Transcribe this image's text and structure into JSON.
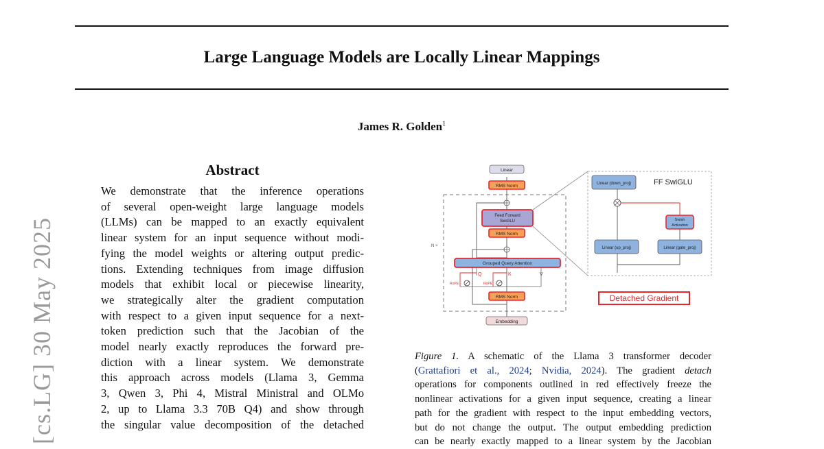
{
  "paper": {
    "title": "Large Language Models are Locally Linear Mappings",
    "author": "James R. Golden",
    "author_affiliation_mark": "1",
    "arxiv_stamp": "[cs.LG]  30 May 2025"
  },
  "abstract": {
    "heading": "Abstract",
    "lines": [
      "We demonstrate that the inference operations",
      "of several open-weight large language models",
      "(LLMs) can be mapped to an exactly equivalent",
      "linear system for an input sequence without modi-",
      "fying the model weights or altering output predic-",
      "tions. Extending techniques from image diffusion",
      "models that exhibit local or piecewise linearity,",
      "we strategically alter the gradient computation",
      "with respect to a given input sequence for a next-",
      "token prediction such that the Jacobian of the",
      "model nearly exactly reproduces the forward pre-",
      "diction with a linear system. We demonstrate",
      "this approach across models (Llama 3, Gemma",
      "3, Qwen 3, Phi 4, Mistral Ministral and OLMo",
      "2, up to Llama 3.3 70B Q4) and show through",
      "the singular value decomposition of the detached"
    ]
  },
  "figure": {
    "blocks": {
      "linear": "Linear",
      "rms_norm_top": "RMS Norm",
      "feed_forward_line1": "Feed Forward",
      "feed_forward_line2": "SwiGLU",
      "rms_norm_mid": "RMS Norm",
      "n_times": "N ×",
      "grouped_query_attention": "Grouped Query Attention",
      "q": "Q",
      "k": "K",
      "v": "V",
      "rope_q": "RoPE",
      "rope_k": "RoPE",
      "rms_norm_bottom": "RMS Norm",
      "embedding": "Embedding",
      "ff_swiglu_title": "FF SwiGLU",
      "linear_down_proj": "Linear (down_proj)",
      "swish_line1": "Swish",
      "swish_line2": "Activation",
      "linear_up_proj": "Linear (up_proj)",
      "linear_gate_proj": "Linear (gate_proj)",
      "legend": "Detached Gradient"
    }
  },
  "caption": {
    "label": "Figure 1.",
    "line1_text": " A schematic of the Llama 3 transformer decoder",
    "line2_open": "(",
    "cite1": "Grattafiori et al., 2024",
    "line2_sep": "; ",
    "cite2": "Nvidia, 2024",
    "line2_mid": ").  The gradient ",
    "detach_word": "detach",
    "line3": "operations for components outlined in red effectively freeze the",
    "line4": "nonlinear activations for a given input sequence, creating a linear",
    "line5": "path for the gradient with respect to the input embedding vectors,",
    "line6": "but do not change the output.  The output embedding prediction",
    "line7": "can be nearly exactly mapped to a linear system by the Jacobian"
  },
  "colors": {
    "detach_red": "#e8262a",
    "norm_orange": "#f7a05a",
    "block_blue": "#8fb3e0",
    "ff_purple": "#a9a6d6",
    "linear_gray": "#dcdcea",
    "embedding_pink": "#f3dada",
    "citation_blue": "#1f3a8a"
  }
}
